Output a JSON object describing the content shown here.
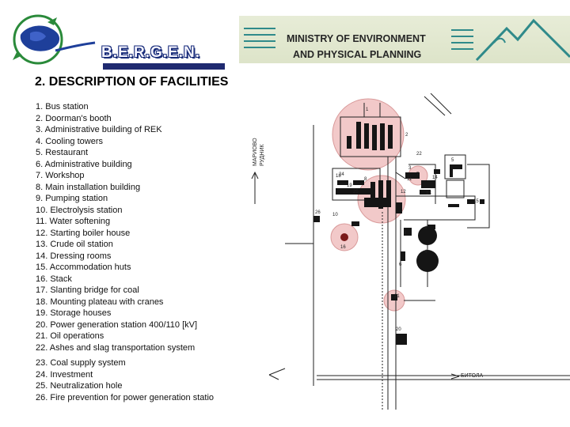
{
  "header": {
    "logo_text": "B.E.R.G.E.N.",
    "ministry_line1": "MINISTRY OF ENVIRONMENT",
    "ministry_line2": "AND PHYSICAL PLANNING"
  },
  "heading": "2. DESCRIPTION OF FACILITIES",
  "facilities": [
    "1. Bus station",
    "2. Doorman's booth",
    "3. Administrative building of REK",
    "4. Cooling towers",
    "5. Restaurant",
    "6. Administrative building",
    "7. Workshop",
    "8. Main installation building",
    "9. Pumping station",
    "10. Electrolysis station",
    "11. Water softening",
    "12. Starting boiler house",
    "13. Crude oil station",
    "14. Dressing rooms",
    "15. Accommodation huts",
    "16. Stack",
    "17. Slanting bridge for coal",
    "18. Mounting plateau with cranes",
    "19. Storage houses",
    "20. Power generation station 400/110 [kV]",
    "21. Oil operations",
    "22. Ashes and slag transportation system"
  ],
  "facilities_continued": [
    "23. Coal supply system",
    "24. Investment",
    "25. Neutralization hole",
    "26. Fire prevention for power generation statio"
  ],
  "site_plan": {
    "road_label_1": "МАРИОВО",
    "road_label_2": "РУДНИК",
    "road_label_3": "БИТОЛА",
    "colors": {
      "highlight": "#f2c9c9",
      "highlight_stroke": "#d99a9a",
      "ink": "#111111"
    },
    "markers": [
      "1",
      "2",
      "3",
      "4",
      "4",
      "5",
      "6",
      "7",
      "8",
      "9",
      "10",
      "11",
      "12",
      "13",
      "14",
      "15",
      "16",
      "18",
      "19",
      "20",
      "21",
      "22",
      "24",
      "25",
      "26"
    ]
  }
}
